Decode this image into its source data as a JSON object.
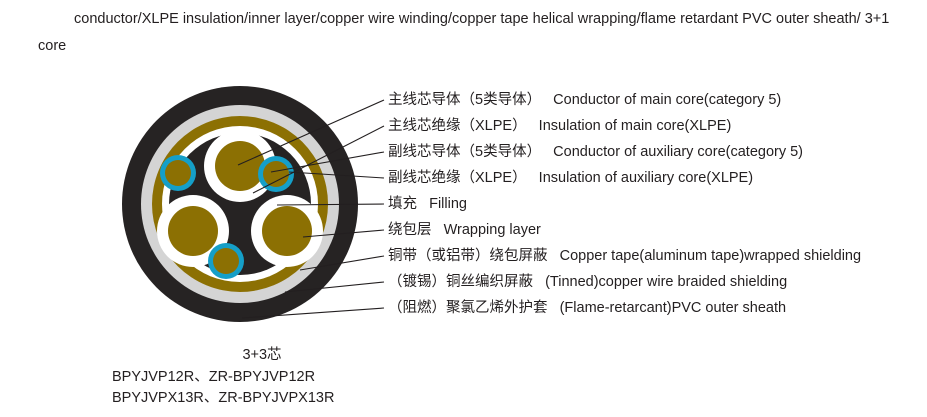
{
  "header": {
    "text": "conductor/XLPE insulation/inner layer/copper wire winding/copper tape helical wrapping/flame retardant PVC outer sheath/ 3+1 core"
  },
  "diagram": {
    "name": "cable-cross-section",
    "colors": {
      "outer_sheath": "#262323",
      "braided_shielding": "#d4d4d4",
      "copper_tape": "#8c7003",
      "wrapping_layer": "#ffffff",
      "filling": "#262323",
      "main_insulation": "#ffffff",
      "auxiliary_insulation": "#159fc8",
      "conductor": "#8c7003",
      "leader_line": "#231f20"
    }
  },
  "callouts": [
    {
      "cn": "主线芯导体（5类导体）",
      "en": "Conductor of main core(category 5)",
      "name": "callout-main-conductor"
    },
    {
      "cn": "主线芯绝缘（XLPE）",
      "en": "Insulation of main core(XLPE)",
      "name": "callout-main-insulation"
    },
    {
      "cn": "副线芯导体（5类导体）",
      "en": "Conductor of auxiliary core(category 5)",
      "name": "callout-auxiliary-conductor"
    },
    {
      "cn": "副线芯绝缘（XLPE）",
      "en": "Insulation of auxiliary core(XLPE)",
      "name": "callout-auxiliary-insulation"
    },
    {
      "cn": "填充",
      "en": "Filling",
      "name": "callout-filling"
    },
    {
      "cn": "绕包层",
      "en": "Wrapping layer",
      "name": "callout-wrapping-layer"
    },
    {
      "cn": "铜带（或铝带）绕包屏蔽",
      "en": "Copper tape(aluminum tape)wrapped shielding",
      "name": "callout-copper-tape-shielding"
    },
    {
      "cn": "（镀锡）铜丝编织屏蔽",
      "en": "(Tinned)copper wire braided shielding",
      "name": "callout-braided-shielding"
    },
    {
      "cn": "（阻燃）聚氯乙烯外护套",
      "en": "(Flame-retarcant)PVC outer sheath",
      "name": "callout-outer-sheath"
    }
  ],
  "caption": {
    "core_count": "3+3芯",
    "model_line_1": "BPYJVP12R、ZR-BPYJVP12R",
    "model_line_2": "BPYJVPX13R、ZR-BPYJVPX13R"
  }
}
